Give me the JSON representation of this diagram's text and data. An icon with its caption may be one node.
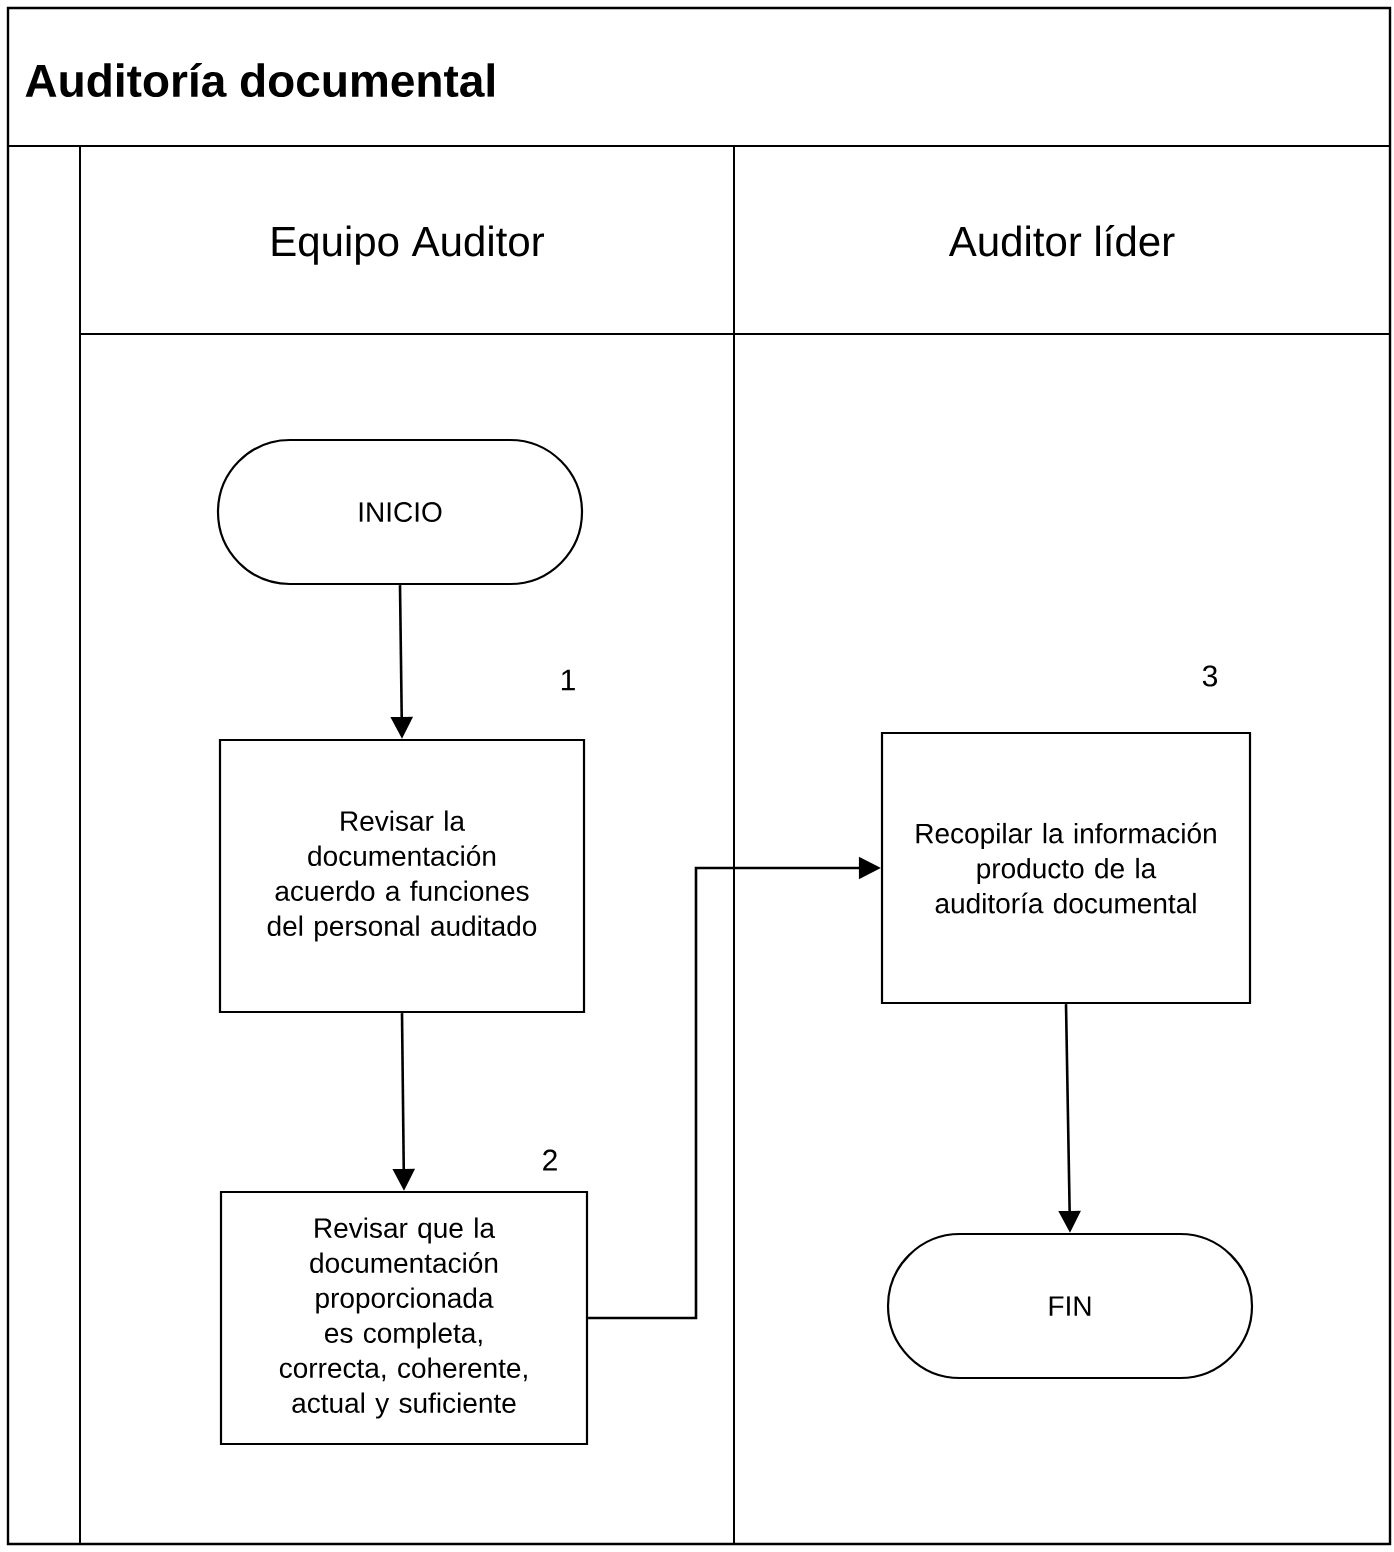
{
  "diagram": {
    "title": "Auditoría documental",
    "nodes": [
      {
        "text": [
          "Equipo Auditor"
        ]
      },
      {
        "text": [
          "Auditor líder"
        ]
      },
      {
        "text": [
          "INICIO"
        ],
        "in": 0
      },
      {
        "text": [
          "Revisar la documentación acuerdo a funciones del personal auditado"
        ],
        "in": 0,
        "beside": [
          "1"
        ]
      },
      {
        "text": [
          "Revisar que la documentación proporcionada es completa, correcta, coherente, actual y suficiente"
        ],
        "in": 0,
        "beside": [
          "2"
        ]
      },
      {
        "text": [
          "Recopilar la información producto de la auditoría documental"
        ],
        "in": 1,
        "beside": [
          "3"
        ]
      },
      {
        "text": [
          "FIN"
        ],
        "in": 1
      }
    ],
    "edges": [
      {
        "from": 2,
        "to": 3,
        "arrow": "to"
      },
      {
        "from": 3,
        "to": 4,
        "arrow": "to"
      },
      {
        "from": 4,
        "to": 5,
        "arrow": "to"
      },
      {
        "from": 5,
        "to": 6,
        "arrow": "to"
      }
    ]
  }
}
